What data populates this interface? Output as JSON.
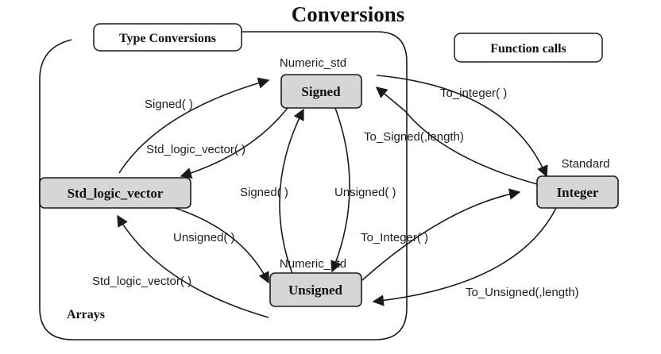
{
  "title": "Conversions",
  "groups": {
    "type_conversions": "Type Conversions",
    "function_calls": "Function calls",
    "arrays": "Arrays"
  },
  "nodes": {
    "signed": {
      "label": "Signed",
      "package": "Numeric_std"
    },
    "unsigned": {
      "label": "Unsigned",
      "package": "Numeric_std"
    },
    "slv": {
      "label": "Std_logic_vector"
    },
    "integer": {
      "label": "Integer",
      "package": "Standard"
    }
  },
  "edges": {
    "slv_to_signed": "Signed( )",
    "signed_to_slv": "Std_logic_vector( )",
    "unsigned_to_signed": "Signed( )",
    "signed_to_unsigned": "Unsigned( )",
    "slv_to_unsigned": "Unsigned( )",
    "unsigned_to_slv": "Std_logic_vector( )",
    "signed_to_integer": "To_integer( )",
    "integer_to_signed": "To_Signed(,length)",
    "unsigned_to_integer": "To_Integer( )",
    "integer_to_unsigned": "To_Unsigned(,length)"
  },
  "colors": {
    "node_fill": "#d6d6d6",
    "stroke": "#1a1a1a",
    "background": "#ffffff"
  }
}
